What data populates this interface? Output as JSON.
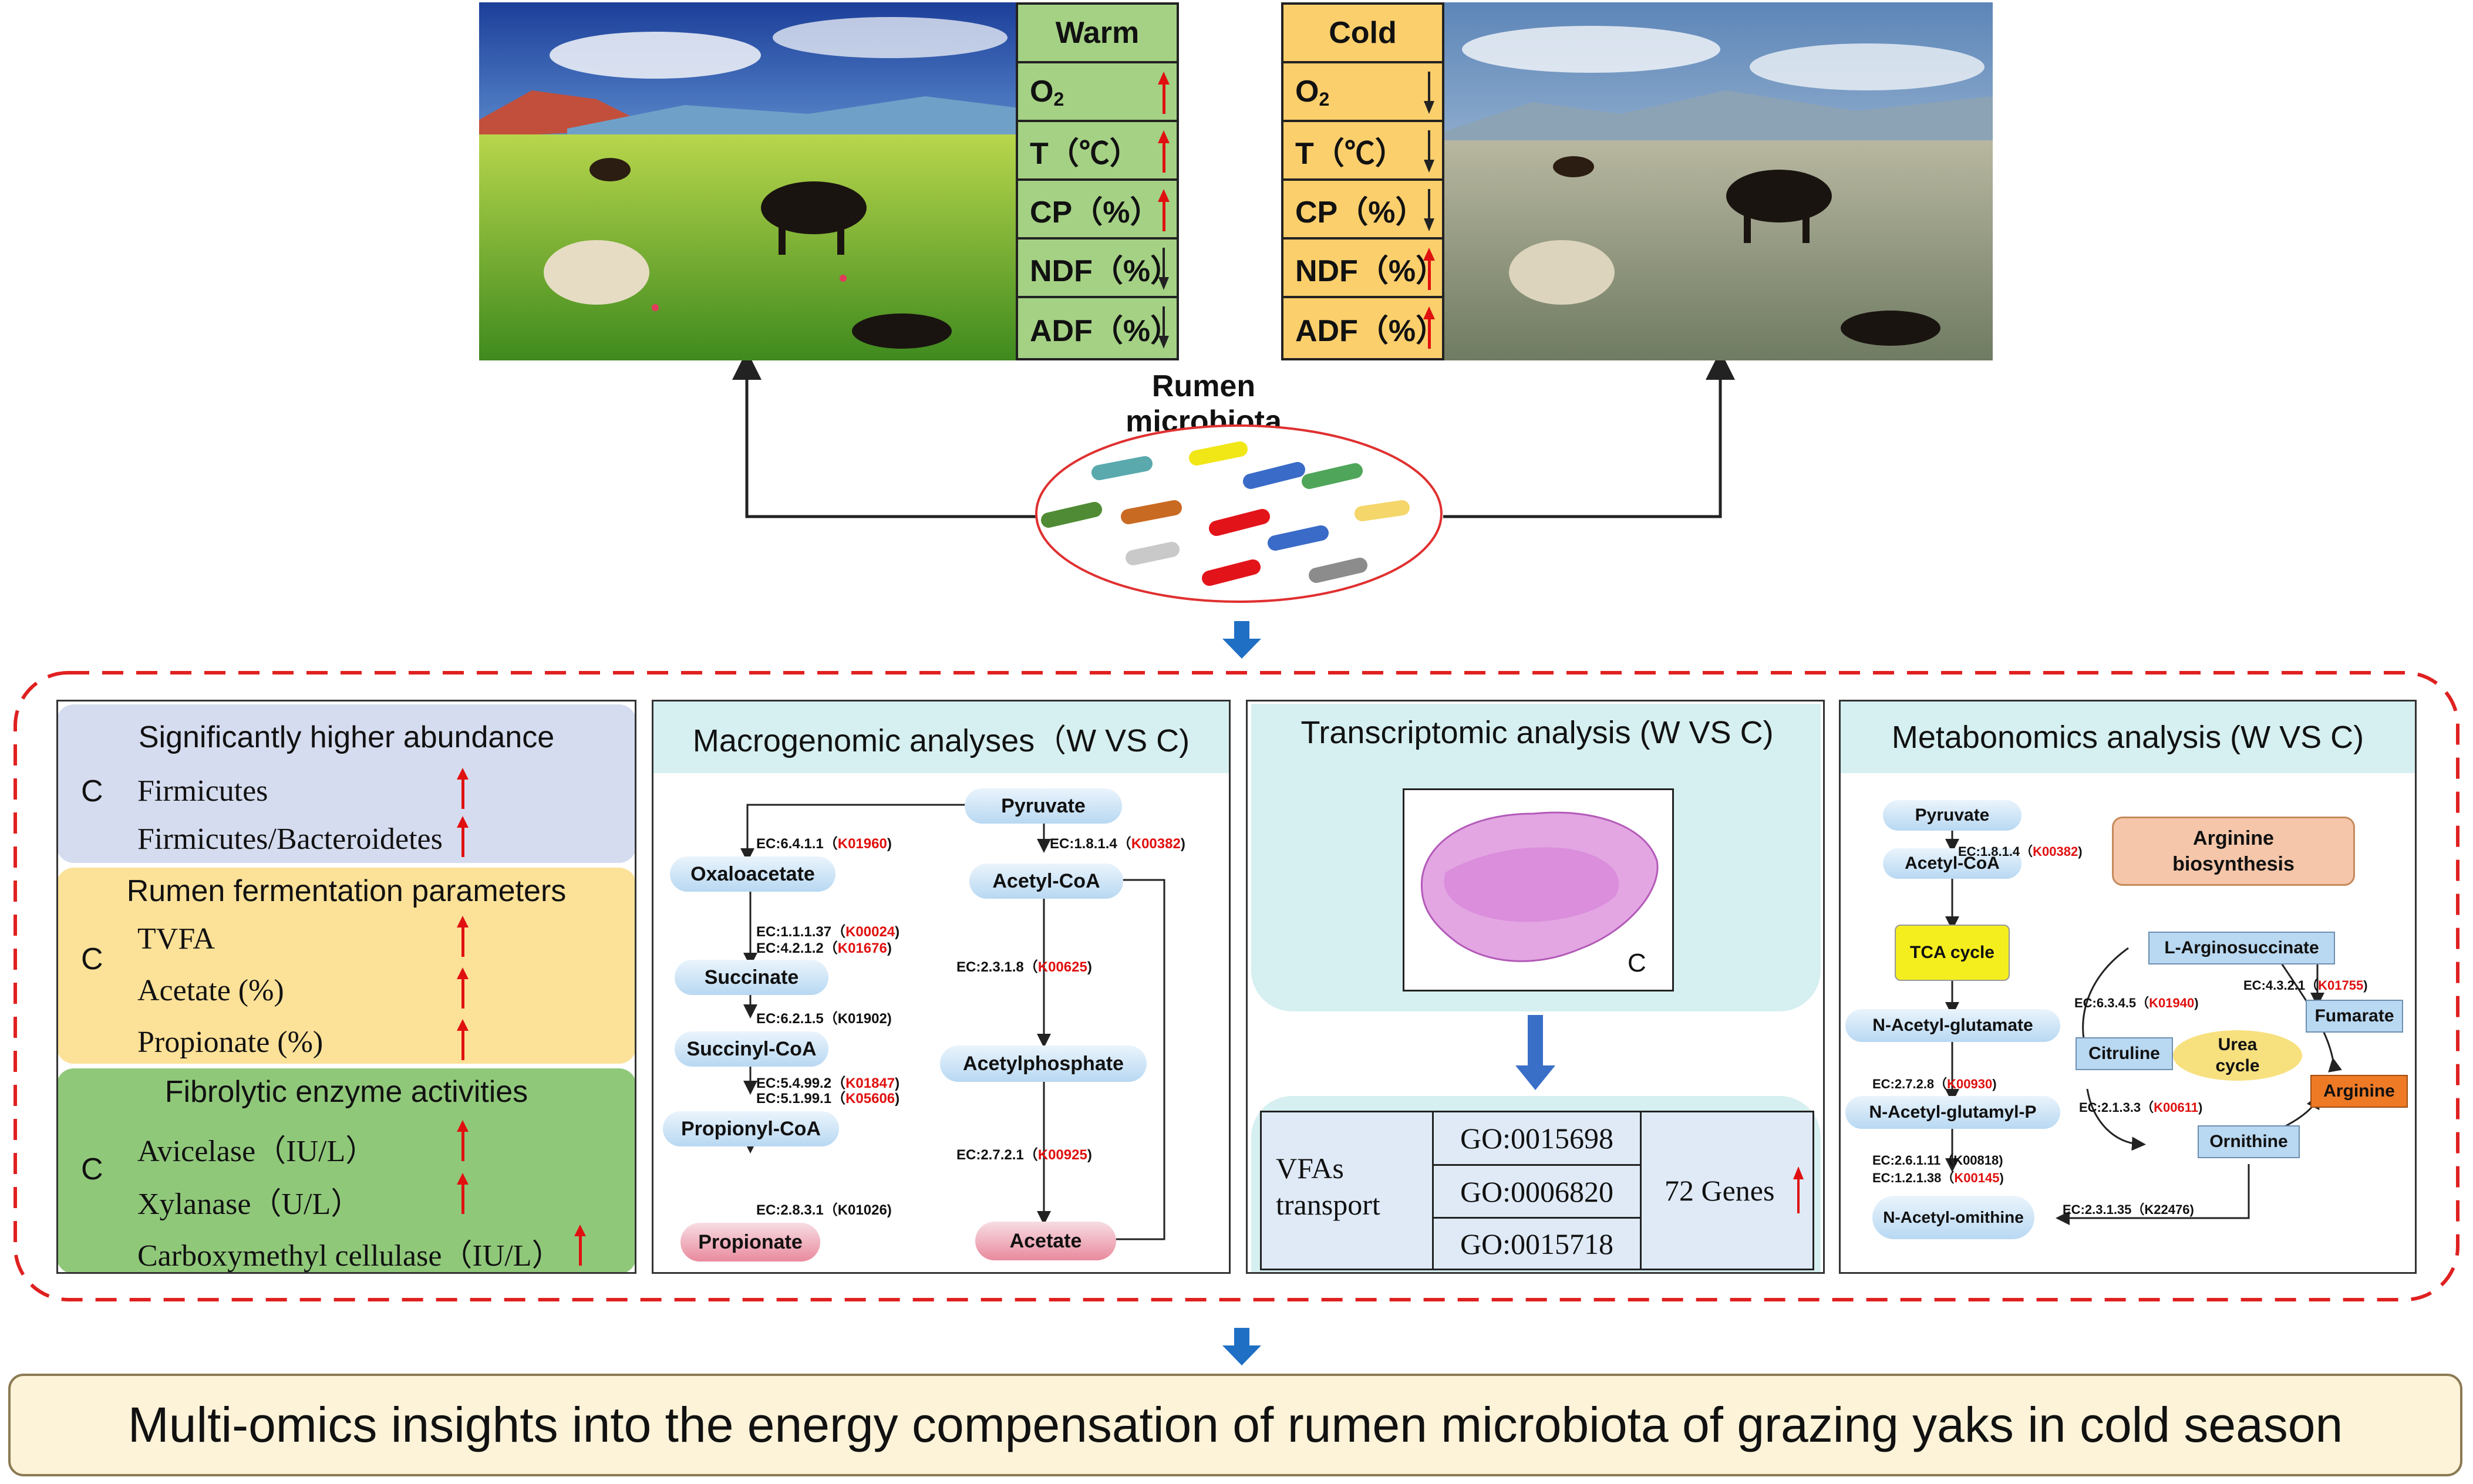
{
  "scenes": {
    "warm": {
      "table_header": "Warm",
      "rows": [
        {
          "label": "O",
          "sub": "2",
          "trend": "up"
        },
        {
          "label": "T（℃）",
          "trend": "up"
        },
        {
          "label": "CP（%）",
          "trend": "up"
        },
        {
          "label": "NDF（%）",
          "trend": "down"
        },
        {
          "label": "ADF（%）",
          "trend": "down"
        }
      ]
    },
    "cold": {
      "table_header": "Cold",
      "rows": [
        {
          "label": "O",
          "sub": "2",
          "trend": "down"
        },
        {
          "label": "T（℃）",
          "trend": "down"
        },
        {
          "label": "CP（%）",
          "trend": "down"
        },
        {
          "label": "NDF（%）",
          "trend": "up"
        },
        {
          "label": "ADF（%）",
          "trend": "up"
        }
      ]
    }
  },
  "rumen_label": "Rumen microbiota",
  "panel1": {
    "sections": [
      {
        "title": "Significantly higher abundance",
        "group": "C",
        "items": [
          "Firmicutes",
          "Firmicutes/Bacteroidetes"
        ]
      },
      {
        "title": "Rumen fermentation parameters",
        "group": "C",
        "items": [
          "TVFA",
          "Acetate (%)",
          "Propionate (%)"
        ]
      },
      {
        "title": "Fibrolytic enzyme activities",
        "group": "C",
        "items": [
          "Avicelase（IU/L）",
          "Xylanase（U/L）",
          "Carboxymethyl cellulase（IU/L）"
        ]
      }
    ]
  },
  "panel2": {
    "title": "Macrogenomic analyses（W VS C)",
    "nodes": {
      "pyruvate": "Pyruvate",
      "acetylcoa": "Acetyl-CoA",
      "oxaloacetate": "Oxaloacetate",
      "succinate": "Succinate",
      "succinylcoa": "Succinyl-CoA",
      "propionylcoa": "Propionyl-CoA",
      "propionate": "Propionate",
      "acetylphosphate": "Acetylphosphate",
      "acetate": "Acetate"
    },
    "ec": {
      "e1": {
        "ec": "EC:6.4.1.1（",
        "k": "K01960",
        "end": ")"
      },
      "e2": {
        "ec": "EC:1.8.1.4（",
        "k": "K00382",
        "end": ")"
      },
      "e3a": {
        "ec": "EC:1.1.1.37（",
        "k": "K00024",
        "end": ")"
      },
      "e3b": {
        "ec": "EC:4.2.1.2（",
        "k": "K01676",
        "end": ")"
      },
      "e4": {
        "ec": "EC:2.3.1.8（",
        "k": "K00625",
        "end": ")"
      },
      "e5": {
        "ec": "EC:6.2.1.5（K01902)"
      },
      "e6a": {
        "ec": "EC:5.4.99.2（",
        "k": "K01847",
        "end": ")"
      },
      "e6b": {
        "ec": "EC:5.1.99.1（",
        "k": "K05606",
        "end": ")"
      },
      "e7": {
        "ec": "EC:2.7.2.1（",
        "k": "K00925",
        "end": ")"
      },
      "e8": {
        "ec": "EC:2.8.3.1（K01026)"
      }
    }
  },
  "panel3": {
    "title": "Transcriptomic analysis (W VS C)",
    "micro_label": "C",
    "go_row_label": "VFAs transport",
    "go_terms": [
      "GO:0015698",
      "GO:0006820",
      "GO:0015718"
    ],
    "genes": "72 Genes"
  },
  "panel4": {
    "title": "Metabonomics analysis (W VS C)",
    "nodes": {
      "pyruvate": "Pyruvate",
      "acetylcoa": "Acetyl-CoA",
      "tca": "TCA cycle",
      "nag": "N-Acetyl-glutamate",
      "nagp": "N-Acetyl-glutamyl-P",
      "nao": "N-Acetyl-omithine",
      "arg_bio": "Arginine biosynthesis",
      "argsucc": "L-Arginosuccinate",
      "fumarate": "Fumarate",
      "citruline": "Citruline",
      "urea": "Urea cycle",
      "arginine": "Arginine",
      "ornithine": "Ornithine"
    },
    "ec": {
      "m1": {
        "ec": "EC:1.8.1.4（",
        "k": "K00382",
        "end": ")"
      },
      "m2": {
        "ec": "EC:6.3.4.5（",
        "k": "K01940",
        "end": ")"
      },
      "m3": {
        "ec": "EC:4.3.2.1（",
        "k": "K01755",
        "end": ")"
      },
      "m4": {
        "ec": "EC:2.7.2.8（",
        "k": "K00930",
        "end": ")"
      },
      "m5": {
        "ec": "EC:2.1.3.3（",
        "k": "K00611",
        "end": ")"
      },
      "m6a": {
        "ec": "EC:2.6.1.11（K00818)"
      },
      "m6b": {
        "ec": "EC:1.2.1.38（",
        "k": "K00145",
        "end": ")"
      },
      "m7": {
        "ec": "EC:2.3.1.35（K22476)"
      }
    }
  },
  "banner": "Multi-omics insights into the energy compensation of rumen microbiota of grazing yaks in cold season",
  "colors": {
    "up_arrow": "#e01010",
    "down_arrow": "#222222",
    "dashed_frame": "#e02020",
    "flow_arrow": "#1f6fc4"
  }
}
